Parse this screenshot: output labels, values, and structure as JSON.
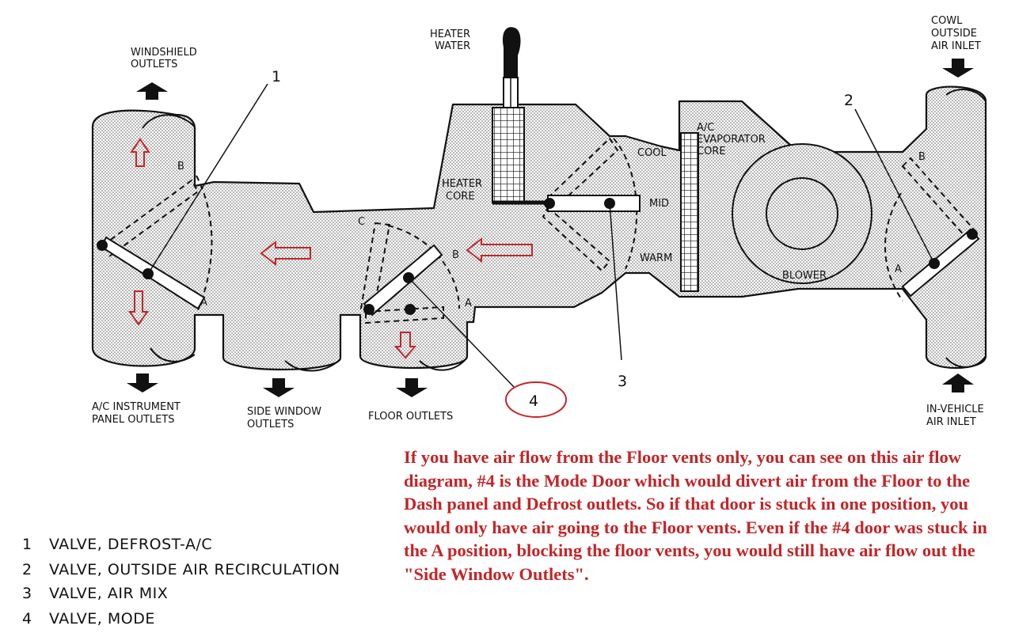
{
  "labels": {
    "windshield": [
      "WINDSHIELD",
      "OUTLETS"
    ],
    "heater_water": [
      "HEATER",
      "WATER"
    ],
    "cowl": [
      "COWL",
      "OUTSIDE",
      "AIR INLET"
    ],
    "heater_core": [
      "HEATER",
      "CORE"
    ],
    "evaporator": [
      "A/C",
      "EVAPORATOR",
      "CORE"
    ],
    "cool": "COOL",
    "mid": "MID",
    "warm": "WARM",
    "blower": "BLOWER",
    "instrument_panel": [
      "A/C INSTRUMENT",
      "PANEL OUTLETS"
    ],
    "side_window": [
      "SIDE WINDOW",
      "OUTLETS"
    ],
    "floor": "FLOOR OUTLETS",
    "in_vehicle": [
      "IN-VEHICLE",
      "AIR INLET"
    ]
  },
  "door_letters": {
    "defrost_b": "B",
    "defrost_a": "A",
    "mode_c": "C",
    "mode_b": "B",
    "mode_a": "A",
    "recirc_b": "B",
    "recirc_a": "A"
  },
  "callouts": {
    "one": "1",
    "two": "2",
    "three": "3",
    "four": "4"
  },
  "legend": [
    {
      "num": "1",
      "text": "VALVE, DEFROST-A/C"
    },
    {
      "num": "2",
      "text": "VALVE, OUTSIDE AIR RECIRCULATION"
    },
    {
      "num": "3",
      "text": "VALVE, AIR MIX"
    },
    {
      "num": "4",
      "text": "VALVE, MODE"
    }
  ],
  "note": "If you have air flow from the Floor vents only, you can see on this air flow diagram, #4 is the Mode Door which would divert air from the Floor to the Dash panel and Defrost outlets. So if that door is stuck in one position, you would only have air going to the Floor vents. Even if the #4 door was stuck in the A position, blocking the floor vents, you would still have air flow out the \"Side Window Outlets\".",
  "colors": {
    "annotation": "#c42528",
    "line": "#111111"
  }
}
